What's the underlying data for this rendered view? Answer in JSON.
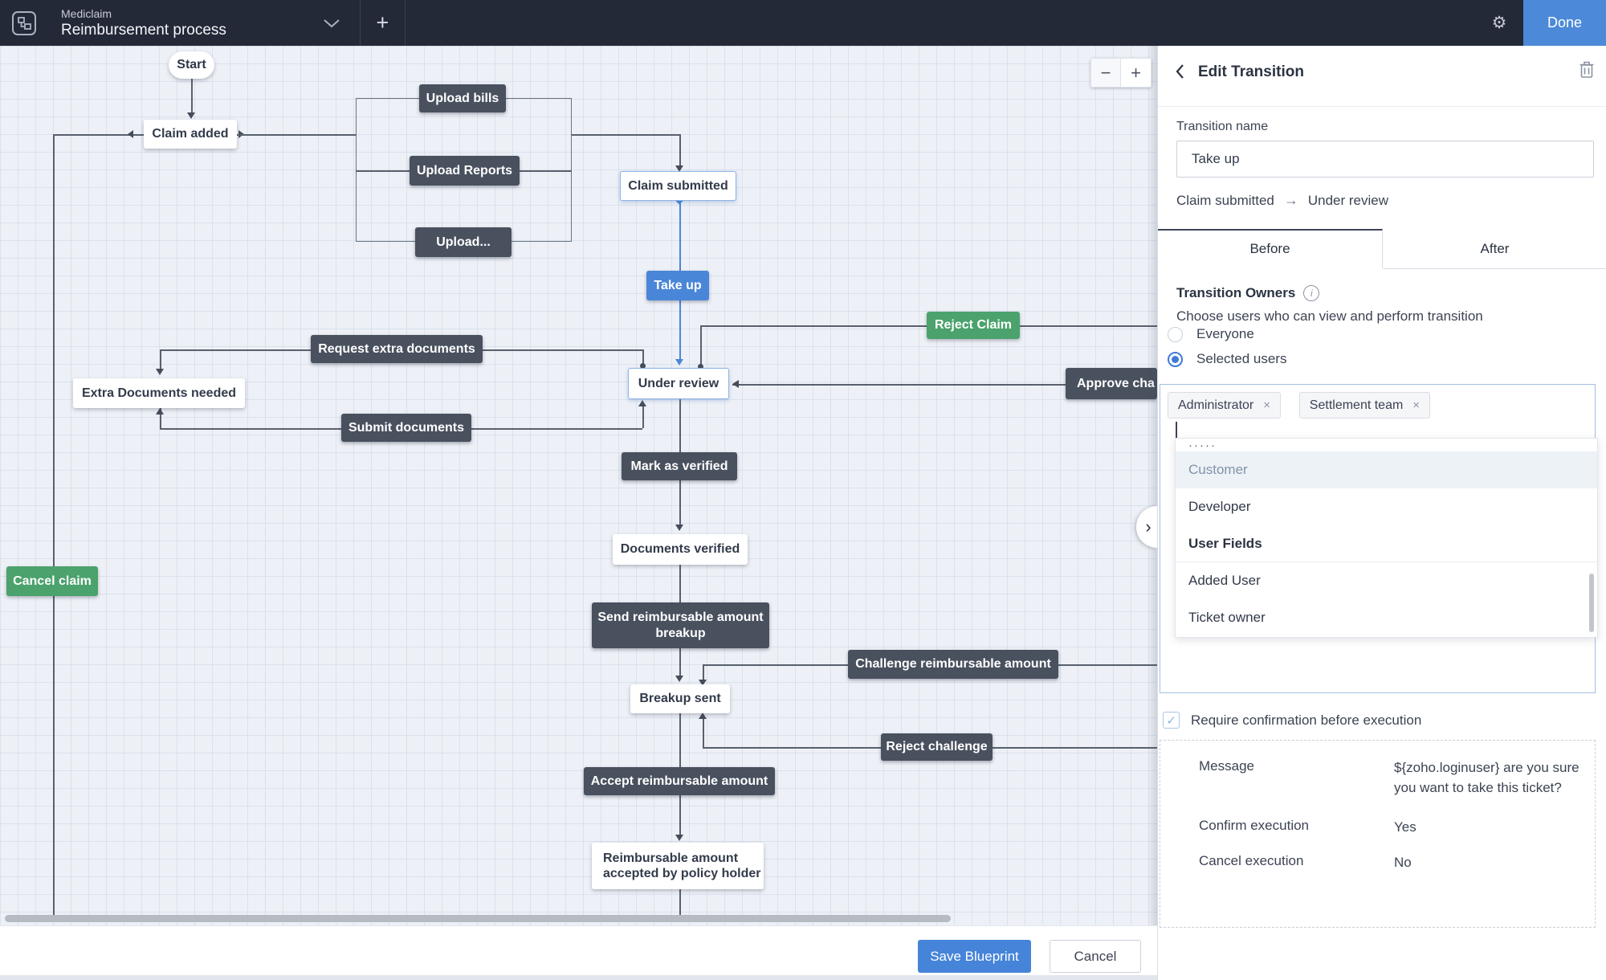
{
  "topbar": {
    "app_label": "Mediclaim",
    "process_name": "Reimbursement process",
    "add_label": "+",
    "done_label": "Done"
  },
  "panel": {
    "title": "Edit Transition",
    "transition_name_label": "Transition name",
    "transition_name_value": "Take up",
    "route": {
      "from": "Claim submitted",
      "arrow": "→",
      "to": "Under review"
    },
    "tabs": {
      "before": "Before",
      "after": "After"
    },
    "owners": {
      "title": "Transition Owners",
      "info_glyph": "i",
      "subtitle": "Choose users who can view and perform transition",
      "options": [
        {
          "label": "Everyone",
          "selected": false
        },
        {
          "label": "Selected users",
          "selected": true
        }
      ],
      "chips": [
        {
          "label": "Administrator",
          "remove_glyph": "×"
        },
        {
          "label": "Settlement team",
          "remove_glyph": "×"
        }
      ]
    },
    "dropdown": {
      "clipped_fragment": "·····",
      "items": [
        {
          "label": "Customer",
          "state": "highlighted"
        },
        {
          "label": "Developer",
          "state": "normal"
        },
        {
          "label": "User Fields",
          "state": "group-header"
        },
        {
          "label": "Added User",
          "state": "normal"
        },
        {
          "label": "Ticket owner",
          "state": "normal"
        }
      ]
    },
    "confirmation": {
      "checkbox_label": "Require confirmation before execution",
      "checked": true,
      "check_glyph": "✓",
      "rows": [
        {
          "label": "Message",
          "value": "${zoho.loginuser} are you sure you want to take this ticket?"
        },
        {
          "label": "Confirm execution",
          "value": "Yes"
        },
        {
          "label": "Cancel execution",
          "value": "No"
        }
      ]
    }
  },
  "canvas": {
    "zoom_out_label": "−",
    "zoom_in_label": "+",
    "expand_glyph": "›",
    "nodes": [
      {
        "id": "start",
        "label": "Start",
        "type": "pill"
      },
      {
        "id": "claim-added",
        "label": "Claim added",
        "type": "state"
      },
      {
        "id": "upload-bills",
        "label": "Upload bills",
        "type": "action"
      },
      {
        "id": "upload-reports",
        "label": "Upload Reports",
        "type": "action"
      },
      {
        "id": "upload-more",
        "label": "Upload...",
        "type": "action"
      },
      {
        "id": "claim-submitted",
        "label": "Claim submitted",
        "type": "state-hl"
      },
      {
        "id": "take-up",
        "label": "Take up",
        "type": "action-sel"
      },
      {
        "id": "reject-claim",
        "label": "Reject Claim",
        "type": "green"
      },
      {
        "id": "request-extra-documents",
        "label": "Request extra documents",
        "type": "action"
      },
      {
        "id": "extra-documents-needed",
        "label": "Extra Documents needed",
        "type": "state"
      },
      {
        "id": "submit-documents",
        "label": "Submit documents",
        "type": "action"
      },
      {
        "id": "under-review",
        "label": "Under review",
        "type": "state-hl"
      },
      {
        "id": "approve-challenge",
        "label": "Approve cha",
        "type": "action"
      },
      {
        "id": "mark-as-verified",
        "label": "Mark as verified",
        "type": "action"
      },
      {
        "id": "documents-verified",
        "label": "Documents verified",
        "type": "state"
      },
      {
        "id": "send-breakup",
        "label": "Send reimbursable amount breakup",
        "type": "action"
      },
      {
        "id": "challenge-amount",
        "label": "Challenge reimbursable amount",
        "type": "action"
      },
      {
        "id": "breakup-sent",
        "label": "Breakup sent",
        "type": "state"
      },
      {
        "id": "reject-challenge",
        "label": "Reject challenge",
        "type": "action"
      },
      {
        "id": "accept-amount",
        "label": "Accept reimbursable amount",
        "type": "action"
      },
      {
        "id": "reimbursable-accepted",
        "label": "Reimbursable amount accepted by policy holder",
        "type": "state"
      },
      {
        "id": "cancel-claim",
        "label": "Cancel claim",
        "type": "green"
      }
    ],
    "footer": {
      "save_label": "Save Blueprint",
      "cancel_label": "Cancel"
    }
  },
  "colors": {
    "topbar_bg": "#242938",
    "done_blue": "#4c89d8",
    "selected_blue": "#4a86d8",
    "green": "#4ba26c",
    "dark_node": "#49505e",
    "canvas_bg": "#edf0f6"
  }
}
